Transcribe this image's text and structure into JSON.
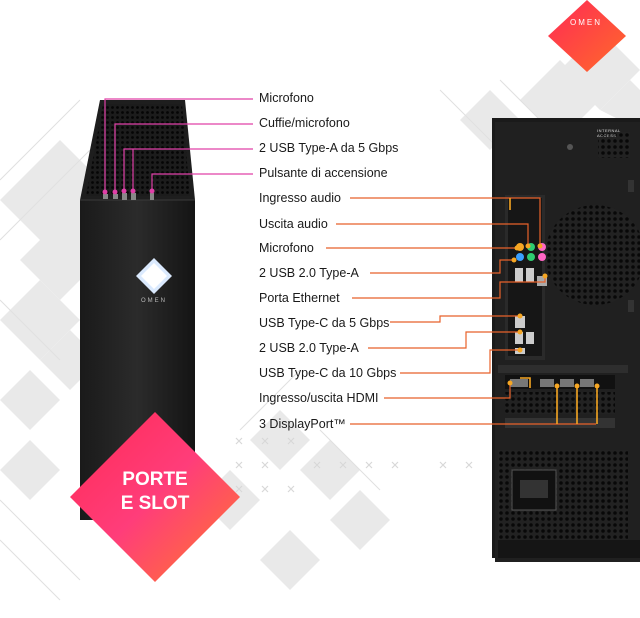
{
  "brand": {
    "logo_text": "OMEN",
    "accent": "#ff3366"
  },
  "tower": {
    "logo_text": "OMEN"
  },
  "rear": {
    "vent_tag": "INTERNAL ACCESS"
  },
  "badge": {
    "line1": "PORTE",
    "line2": "E SLOT"
  },
  "front_ports": [
    {
      "label": "Microfono"
    },
    {
      "label": "Cuffie/microfono"
    },
    {
      "label": "2 USB Type-A da 5 Gbps"
    },
    {
      "label": "Pulsante di accensione"
    }
  ],
  "rear_ports": [
    {
      "label": "Ingresso audio"
    },
    {
      "label": "Uscita audio"
    },
    {
      "label": "Microfono"
    },
    {
      "label": "2 USB 2.0 Type-A"
    },
    {
      "label": "Porta Ethernet"
    },
    {
      "label": "USB Type-C da 5 Gbps"
    },
    {
      "label": "2 USB 2.0 Type-A"
    },
    {
      "label": "USB Type-C da 10 Gbps"
    },
    {
      "label": "Ingresso/uscita HDMI"
    },
    {
      "label": "3 DisplayPort™"
    }
  ],
  "colors": {
    "front_leader": "#e040a8",
    "rear_leader": "#e8622a",
    "hl": "#f5a623"
  }
}
